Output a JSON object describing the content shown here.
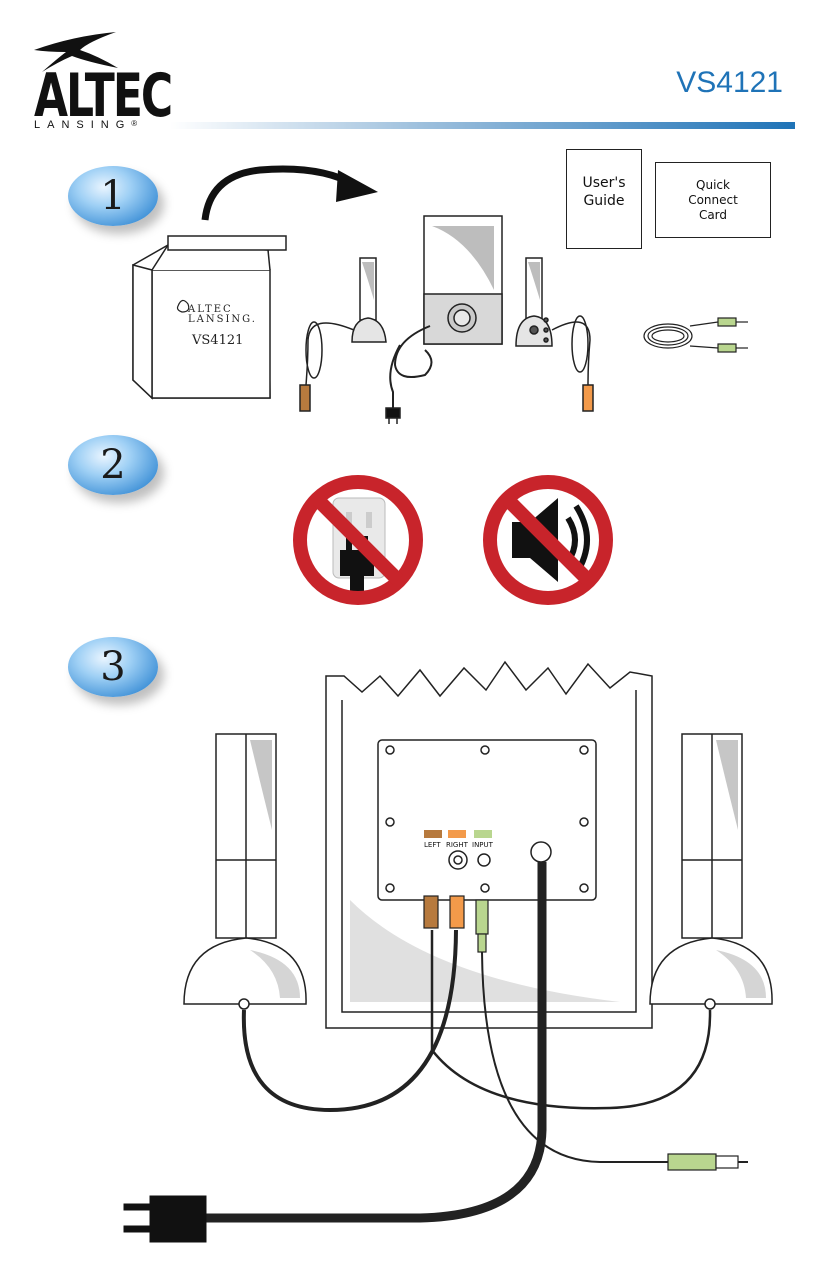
{
  "header": {
    "brand_name": "ALTEC",
    "brand_sub": "LANSING",
    "registered": "®",
    "model": "VS4121",
    "title_color": "#1f73b7"
  },
  "steps": [
    {
      "number": "1"
    },
    {
      "number": "2"
    },
    {
      "number": "3"
    }
  ],
  "step1": {
    "box_brand_line1": "ALTEC",
    "box_brand_line2": "LANSING.",
    "box_model": "VS4121",
    "users_guide": "User's\nGuide",
    "quick_connect": "Quick\nConnect\nCard"
  },
  "step2": {
    "icons": [
      "no-plug-in-icon",
      "no-sound-icon"
    ],
    "prohibit_color": "#c8242b"
  },
  "step3": {
    "jack_labels": [
      "LEFT",
      "RIGHT",
      "INPUT"
    ],
    "jack_colors": {
      "left": "#b77a3e",
      "right": "#f39a4a",
      "input": "#b9d68f"
    }
  }
}
